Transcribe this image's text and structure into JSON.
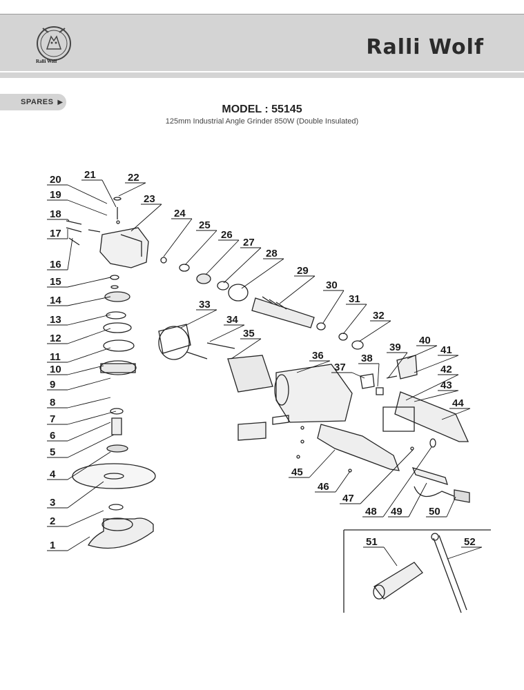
{
  "header": {
    "badge_text": "Ralli Wolf",
    "brand_name": "Ralli Wolf"
  },
  "spares_tab": {
    "label": "SPARES",
    "arrow_icon": "play-arrow-icon"
  },
  "model": {
    "title": "MODEL : 55145",
    "subtitle": "125mm Industrial Angle Grinder 850W (Double Insulated)"
  },
  "parts": [
    "1",
    "2",
    "3",
    "4",
    "5",
    "6",
    "7",
    "8",
    "9",
    "10",
    "11",
    "12",
    "13",
    "14",
    "15",
    "16",
    "17",
    "18",
    "19",
    "20",
    "21",
    "22",
    "23",
    "24",
    "25",
    "26",
    "27",
    "28",
    "29",
    "30",
    "31",
    "32",
    "33",
    "34",
    "35",
    "36",
    "37",
    "38",
    "39",
    "40",
    "41",
    "42",
    "43",
    "44",
    "45",
    "46",
    "47",
    "48",
    "49",
    "50",
    "51",
    "52"
  ],
  "colors": {
    "header_bg": "#d4d4d4",
    "ink": "#1a1a1a"
  }
}
